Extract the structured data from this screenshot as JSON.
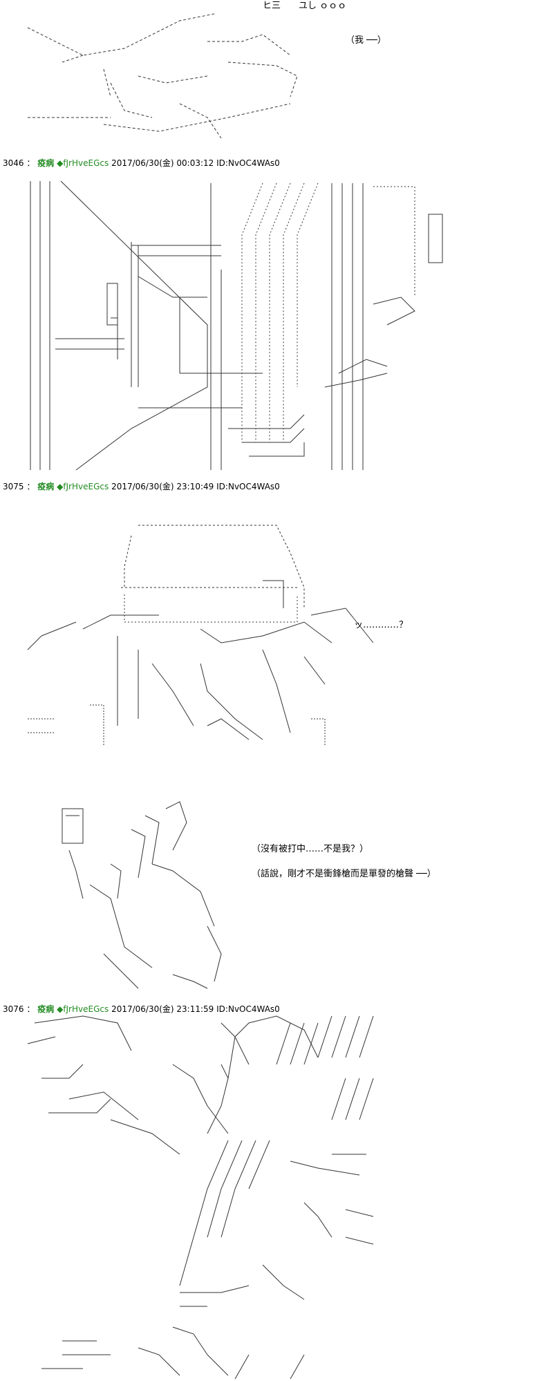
{
  "posts": [
    {
      "number": "3046",
      "name": "疫病",
      "trip": "◆fJrHveEGcs",
      "date": "2017/06/30(金) 00:03:12",
      "id": "ID:NvOC4WAs0"
    },
    {
      "number": "3075",
      "name": "疫病",
      "trip": "◆fJrHveEGcs",
      "date": "2017/06/30(金) 23:10:49",
      "id": "ID:NvOC4WAs0"
    },
    {
      "number": "3076",
      "name": "疫病",
      "trip": "◆fJrHveEGcs",
      "date": "2017/06/30(金) 23:11:59",
      "id": "ID:NvOC4WAs0"
    }
  ],
  "separator": "：",
  "dialogue": {
    "top_sound": "ヒ三　　ユし ｏｏｏ",
    "top_me": "（我 ──）",
    "tsu": "ッ…………？",
    "not_hit": "（沒有被打中……不是我？）",
    "speaking": "（話說，剛才不是衝鋒槍而是單發的槍聲 ──）"
  },
  "colors": {
    "name_green": "#228b22",
    "ink": "#000000",
    "art_ink": "#333333",
    "background": "#ffffff"
  }
}
